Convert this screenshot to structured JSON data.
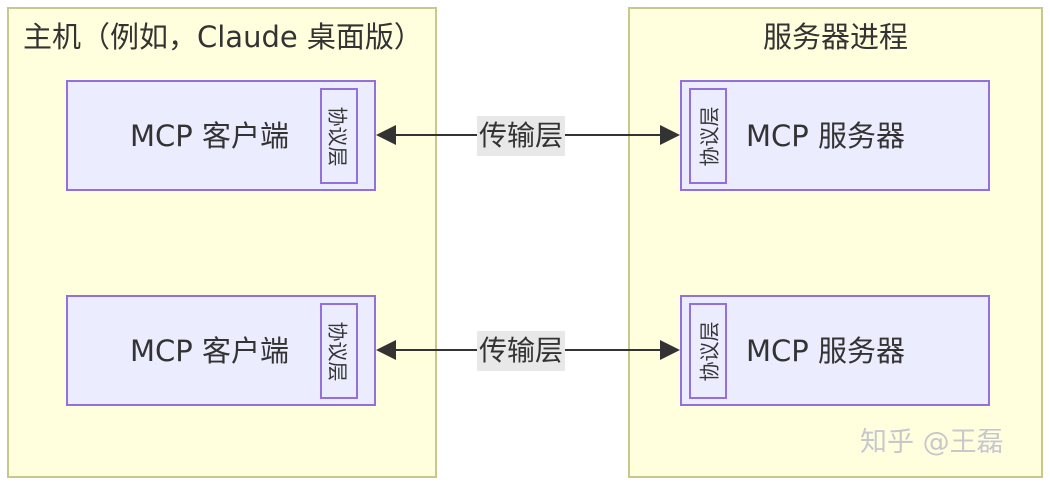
{
  "host": {
    "title": "主机（例如，Claude 桌面版）",
    "clients": [
      {
        "label": "MCP 客户端",
        "protocol": "协议层"
      },
      {
        "label": "MCP 客户端",
        "protocol": "协议层"
      }
    ]
  },
  "server_process": {
    "title": "服务器进程",
    "servers": [
      {
        "label": "MCP 服务器",
        "protocol": "协议层"
      },
      {
        "label": "MCP 服务器",
        "protocol": "协议层"
      }
    ]
  },
  "edges": [
    {
      "label": "传输层",
      "direction": "bidirectional"
    },
    {
      "label": "传输层",
      "direction": "bidirectional"
    }
  ],
  "watermark": "知乎 @王磊",
  "colors": {
    "cluster_fill": "#ffffde",
    "cluster_border": "#c8c88a",
    "node_fill": "#ececff",
    "node_border": "#9370db",
    "edge": "#333333",
    "edge_label_bg": "#e8e8e8"
  }
}
